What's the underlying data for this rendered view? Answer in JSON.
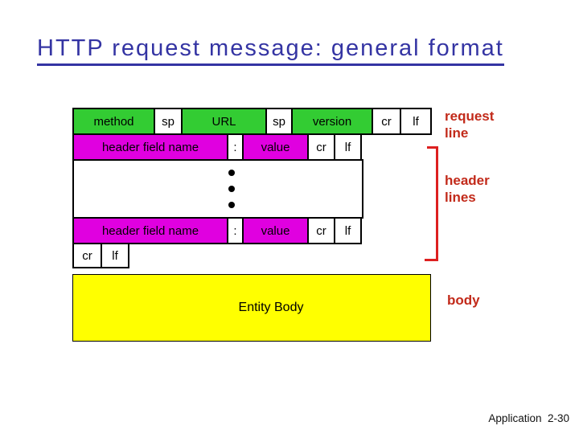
{
  "slide": {
    "title": "HTTP request message: general format",
    "page_number": "Application  2-30"
  },
  "diagram": {
    "request_line_row": {
      "method": "method",
      "sp1": "sp",
      "url": "URL",
      "sp2": "sp",
      "version": "version",
      "cr": "cr",
      "lf": "lf"
    },
    "header_row_1": {
      "field_name": "header field name",
      "colon": ":",
      "value": "value",
      "cr": "cr",
      "lf": "lf"
    },
    "header_row_2": {
      "field_name": "header field name",
      "colon": ":",
      "value": "value",
      "cr": "cr",
      "lf": "lf"
    },
    "blank_line_row": {
      "cr": "cr",
      "lf": "lf"
    },
    "entity_body_label": "Entity Body"
  },
  "annotations": {
    "request_line": "request\nline",
    "header_lines": "header\nlines",
    "body": "body"
  },
  "colors": {
    "title": "#3434a3",
    "green_cell": "#33cc33",
    "magenta_cell": "#e000e0",
    "yellow_body": "#ffff00",
    "annotation_red": "#c22a1a",
    "bracket_red": "#dd2020"
  }
}
